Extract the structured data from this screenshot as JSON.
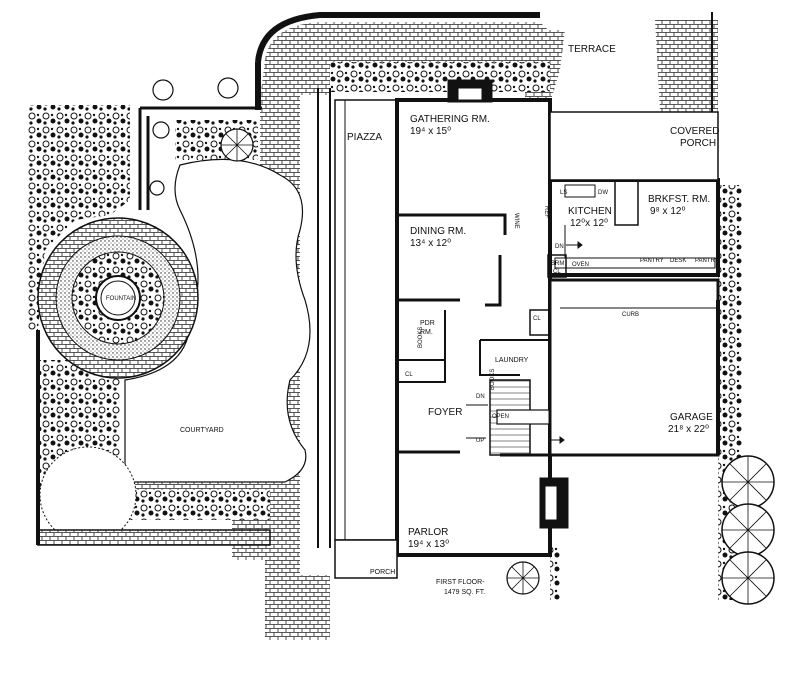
{
  "rooms": {
    "piazza": "PIAZZA",
    "terrace": "TERRACE",
    "gathering": {
      "name": "GATHERING RM.",
      "dims": "19⁴ x 15⁰"
    },
    "covered_porch": {
      "line1": "COVERED",
      "line2": "PORCH"
    },
    "kitchen": {
      "name": "KITCHEN",
      "dims": "12⁰x 12⁰"
    },
    "breakfast": {
      "name": "BRKFST. RM.",
      "dims": "9⁸ x 12⁰"
    },
    "dining": {
      "name": "DINING RM.",
      "dims": "13⁴ x 12⁰"
    },
    "powder": {
      "line1": "PDR",
      "line2": "RM."
    },
    "laundry": "LAUNDRY",
    "foyer": "FOYER",
    "garage": {
      "name": "GARAGE",
      "dims": "21⁸ x 22⁰"
    },
    "parlor": {
      "name": "PARLOR",
      "dims": "19⁴ x 13⁰"
    },
    "porch": "PORCH",
    "courtyard": "COURTYARD",
    "fountain": "FOUNTAIN"
  },
  "small_labels": {
    "pantry1": "PANTRY",
    "desk": "DESK",
    "pantry2": "PANTRY",
    "oven": "OVEN",
    "curb": "CURB",
    "open": "OPEN",
    "dn1": "DN",
    "dn2": "DN",
    "up": "UP",
    "cl1": "CL",
    "cl2": "CL",
    "brm_cl": "BRM",
    "brm_cl2": "CL",
    "books1": "BOOKS",
    "books2": "BOOKS",
    "ls": "LS",
    "dw": "DW",
    "wine": "WINE",
    "ref": "REF"
  },
  "floor_note": {
    "line1": "FIRST FLOOR-",
    "line2": "1479 SQ. FT."
  }
}
